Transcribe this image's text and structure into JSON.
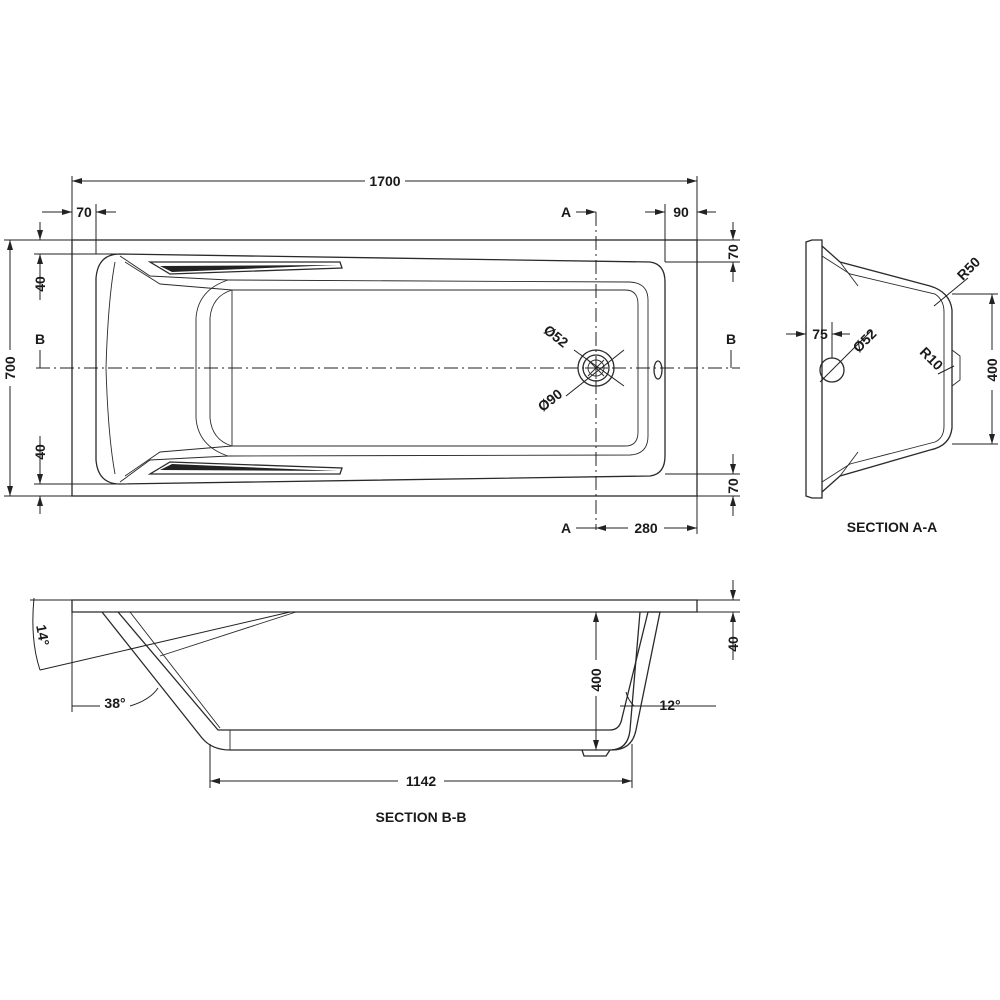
{
  "plan": {
    "overall_length": "1700",
    "left_offset": "70",
    "right_offset": "90",
    "overall_width": "700",
    "top_rim": "70",
    "bottom_rim": "70",
    "head_top": "40",
    "head_bottom": "40",
    "drain_offset": "280",
    "waste_diameter": "Ø52",
    "outer_diameter": "Ø90",
    "section_a": "A",
    "section_b": "B"
  },
  "section_aa": {
    "caption": "SECTION A-A",
    "radius_top": "R50",
    "radius_small": "R10",
    "overflow_offset": "75",
    "overflow_diameter": "Ø52",
    "height": "400"
  },
  "section_bb": {
    "caption": "SECTION B-B",
    "rim_angle": "14°",
    "back_angle": "38°",
    "front_angle": "12°",
    "depth": "400",
    "rim_thickness": "40",
    "base_length": "1142"
  }
}
